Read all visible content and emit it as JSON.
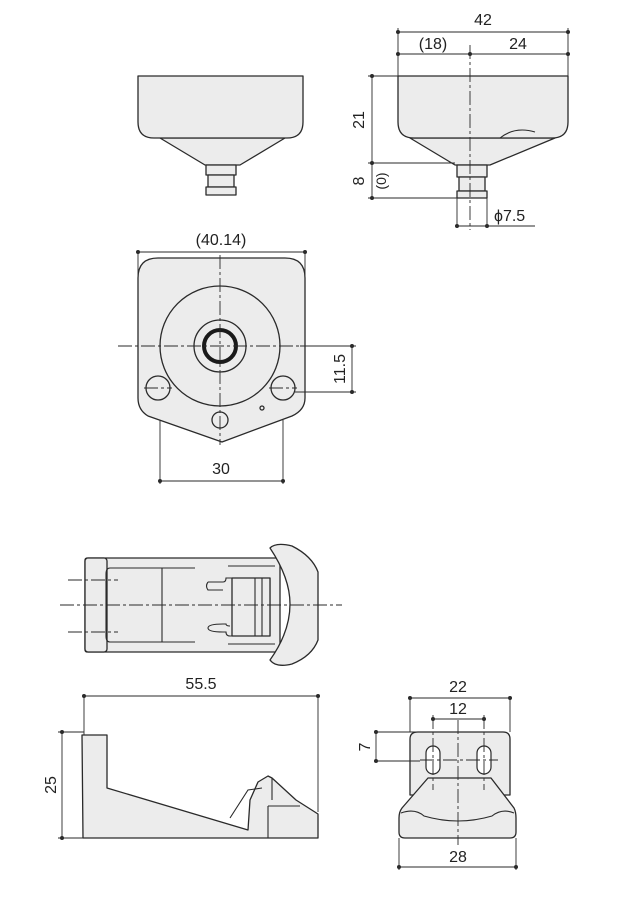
{
  "dimensions": {
    "top_width": "42",
    "top_left_ref": "(18)",
    "top_right": "24",
    "body_height": "21",
    "stem_height": "8",
    "stem_ref": "(0)",
    "stem_diameter": "ϕ7.5",
    "plan_width": "(40.14)",
    "plan_offset": "11.5",
    "hole_spacing": "30",
    "side_length": "55.5",
    "side_height": "25",
    "bracket_width": "22",
    "slot_spacing": "12",
    "slot_offset": "7",
    "base_width": "28"
  }
}
